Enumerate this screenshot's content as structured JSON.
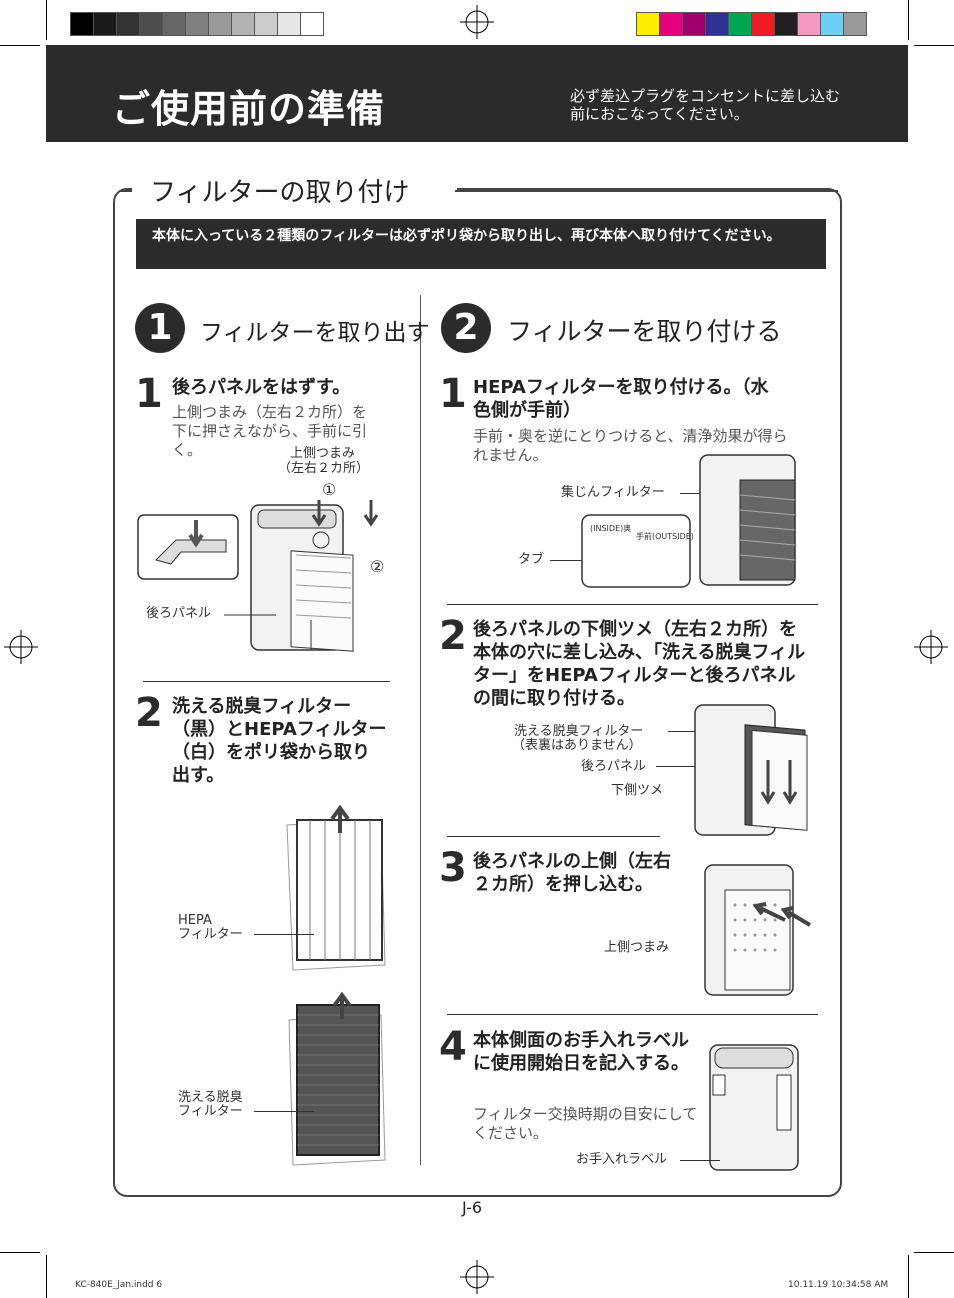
{
  "colors": {
    "header_bg": "#2b2b2b",
    "grayscale_bar": [
      "#000000",
      "#1a1a1a",
      "#333333",
      "#4d4d4d",
      "#666666",
      "#808080",
      "#999999",
      "#b3b3b3",
      "#cccccc",
      "#e6e6e6",
      "#ffffff"
    ],
    "color_bar": [
      "#ffec00",
      "#e6007e",
      "#a0006e",
      "#2e3192",
      "#00a651",
      "#ed1c24",
      "#231f20",
      "#f49ac1",
      "#6dcff6",
      "#999999"
    ]
  },
  "header": {
    "title": "ご使用前の準備",
    "note": "必ず差込プラグをコンセントに差し込む前におこなってください。"
  },
  "section": {
    "title": "フィルターの取り付け",
    "banner": "本体に入っている２種類のフィルターは必ずポリ袋から取り出し、再び本体へ取り付けてください。"
  },
  "left": {
    "badge": "1",
    "heading": "フィルターを取り出す",
    "steps": [
      {
        "num": "1",
        "title": "後ろパネルをはずす。",
        "text": "上側つまみ（左右２カ所）を下に押さえながら、手前に引く。",
        "labels": {
          "top_tab": "上側つまみ",
          "top_tab_sub": "（左右２カ所）",
          "marker1": "①",
          "marker2": "②",
          "rear_panel": "後ろパネル"
        }
      },
      {
        "num": "2",
        "title": "洗える脱臭フィルター（黒）とHEPAフィルター（白）をポリ袋から取り出す。",
        "labels": {
          "hepa_1": "HEPA",
          "hepa_2": "フィルター",
          "deo_1": "洗える脱臭",
          "deo_2": "フィルター"
        }
      }
    ]
  },
  "right": {
    "badge": "2",
    "heading": "フィルターを取り付ける",
    "steps": [
      {
        "num": "1",
        "title": "HEPAフィルターを取り付ける。（水色側が手前）",
        "text": "手前・奥を逆にとりつけると、清浄効果が得られません。",
        "labels": {
          "dust_filter": "集じんフィルター",
          "tab": "タブ",
          "inside": "(INSIDE)奥",
          "outside": "手前(OUTSIDE)"
        }
      },
      {
        "num": "2",
        "title": "後ろパネルの下側ツメ（左右２カ所）を本体の穴に差し込み、「洗える脱臭フィルター」をHEPAフィルターと後ろパネルの間に取り付ける。",
        "labels": {
          "deo_filter": "洗える脱臭フィルター",
          "deo_sub": "（表裏はありません）",
          "rear_panel": "後ろパネル",
          "lower_claw": "下側ツメ"
        }
      },
      {
        "num": "3",
        "title": "後ろパネルの上側（左右２カ所）を押し込む。",
        "labels": {
          "top_tab": "上側つまみ"
        }
      },
      {
        "num": "4",
        "title": "本体側面のお手入れラベルに使用開始日を記入する。",
        "text": "フィルター交換時期の目安にしてください。",
        "labels": {
          "care_label": "お手入れラベル"
        }
      }
    ]
  },
  "page_number": "J-6",
  "footer": {
    "file": "KC-840E_jan.indd   6",
    "timestamp": "10.11.19   10:34:58 AM"
  }
}
